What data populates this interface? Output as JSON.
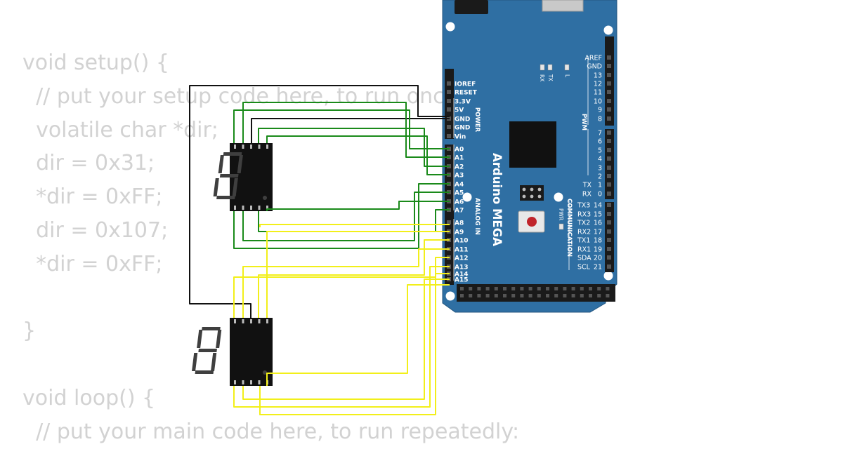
{
  "code_lines": [
    "void setup() {",
    "  // put your setup code here, to run once:",
    "  volatile char *dir;",
    "  dir = 0x31;",
    "  *dir = 0xFF;",
    "  dir = 0x107;",
    "  *dir = 0xFF;",
    "",
    "}",
    "",
    "void loop() {",
    "  // put your main code here, to run repeatedly:"
  ],
  "board": {
    "name": "Arduino MEGA",
    "color": "#2f6fa3",
    "section_power": "POWER",
    "section_analog": "ANALOG IN",
    "section_pwm": "PWM",
    "section_comm": "COMMUNICATION",
    "pwr_label": "PWR",
    "led_tx": "TX",
    "led_rx": "RX",
    "led_l": "L",
    "power_pins": [
      "IOREF",
      "RESET",
      "3.3V",
      "5V",
      "GND",
      "GND",
      "Vin"
    ],
    "analog_pins": [
      "A0",
      "A1",
      "A2",
      "A3",
      "A4",
      "A5",
      "A6",
      "A7",
      "A8",
      "A9",
      "A10",
      "A11",
      "A12",
      "A13",
      "A14",
      "A15"
    ],
    "top_right_pins": [
      "AREF",
      "GND",
      "13",
      "12",
      "11",
      "10",
      "9",
      "8"
    ],
    "pwm_pins": [
      "7",
      "6",
      "5",
      "4",
      "3",
      "2"
    ],
    "txrx_pins": [
      [
        "TX",
        "1"
      ],
      [
        "RX",
        "0"
      ]
    ],
    "comm_pins": [
      [
        "TX3",
        "14"
      ],
      [
        "RX3",
        "15"
      ],
      [
        "TX2",
        "16"
      ],
      [
        "RX2",
        "17"
      ],
      [
        "TX1",
        "18"
      ],
      [
        "RX1",
        "19"
      ],
      [
        "SDA",
        "20"
      ],
      [
        "SCL",
        "21"
      ]
    ]
  },
  "displays": [
    {
      "name": "seven-segment-display-1",
      "digit": "8"
    },
    {
      "name": "seven-segment-display-2",
      "digit": "8"
    }
  ],
  "wire_colors": {
    "ground": "#111111",
    "port_f": "#1a8a1a",
    "port_k": "#f2ef1a"
  }
}
